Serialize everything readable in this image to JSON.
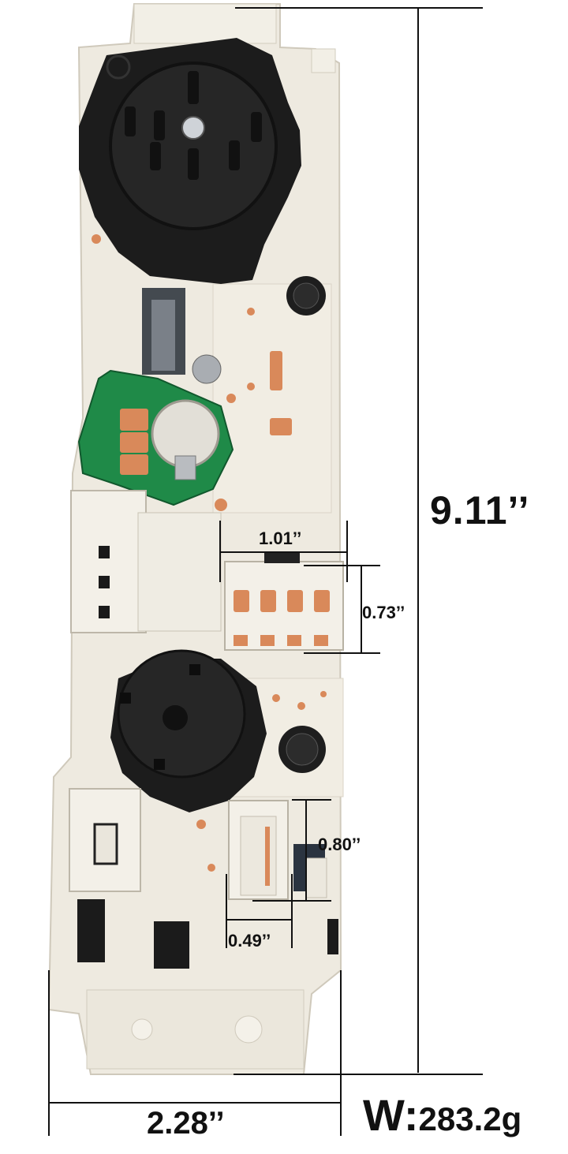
{
  "product": {
    "colors": {
      "housing": "#eeeae0",
      "housing_shadow": "#d8d3c6",
      "knob": "#1c1c1c",
      "pcb": "#1f8a48",
      "copper": "#d9895a"
    }
  },
  "dimensions": {
    "height": "9.11’’",
    "width": "2.28’’",
    "connector_width": "1.01’’",
    "connector_height": "0.73’’",
    "small_connector_height": "0.80’’",
    "small_connector_width": "0.49’’"
  },
  "weight": {
    "prefix": "W:",
    "value": "283.2g"
  },
  "line_color": "#111111"
}
